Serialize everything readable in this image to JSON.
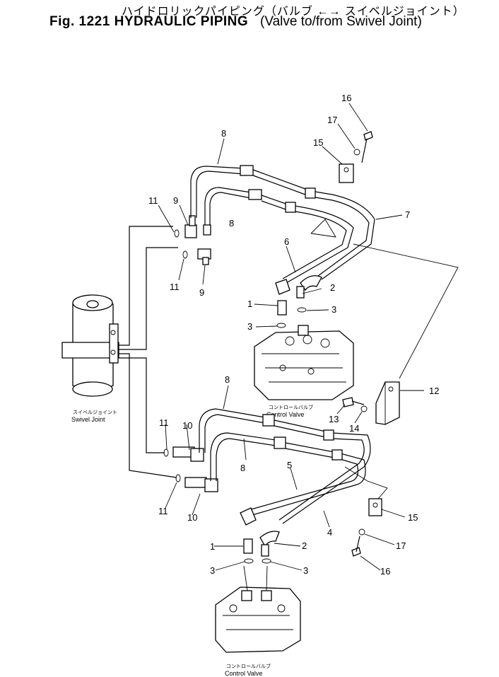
{
  "title": {
    "japanese": "ハイドロリックパイピング（バルブ ←→ スイベルジョイント）",
    "fig_number": "Fig. 1221",
    "heading": "HYDRAULIC PIPING",
    "subtitle": "(Valve to/from Swivel Joint)"
  },
  "components": {
    "swivel_joint": {
      "japanese": "スイベルジョイント",
      "english": "Swivel Joint"
    },
    "control_valve_upper": {
      "japanese": "コントロールバルブ",
      "english": "Control Valve"
    },
    "control_valve_lower": {
      "japanese": "コントロールバルブ",
      "english": "Control Valve"
    }
  },
  "callouts": {
    "n16a": "16",
    "n17a": "17",
    "n15a": "15",
    "n8a": "8",
    "n8b": "8",
    "n7": "7",
    "n11a": "11",
    "n9a": "9",
    "n11b": "11",
    "n9b": "9",
    "n6": "6",
    "n2a": "2",
    "n1a": "1",
    "n3a": "3",
    "n3b": "3",
    "n12": "12",
    "n13": "13",
    "n14": "14",
    "n8c": "8",
    "n10a": "10",
    "n11c": "11",
    "n8d": "8",
    "n5": "5",
    "n11d": "11",
    "n10b": "10",
    "n15b": "15",
    "n4": "4",
    "n17b": "17",
    "n1b": "1",
    "n2b": "2",
    "n3c": "3",
    "n3d": "3",
    "n16b": "16"
  }
}
